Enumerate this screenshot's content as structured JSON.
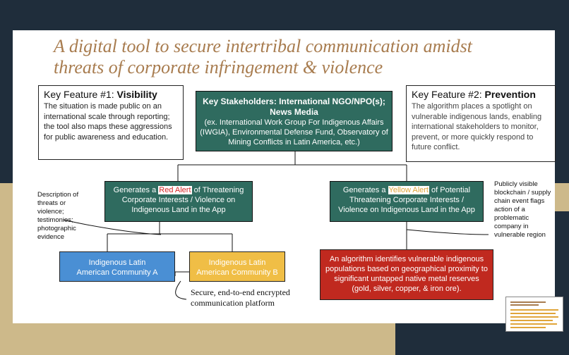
{
  "title": "A digital tool to secure intertribal communication amidst threats of corporate infringement & violence",
  "feature1": {
    "prefix": "Key Feature #1: ",
    "name": "Visibility",
    "text": "The situation is made public on an international scale through reporting; the tool also maps these aggressions for public awareness and education."
  },
  "feature2": {
    "prefix": "Key Feature #2: ",
    "name": "Prevention",
    "text": "The algorithm places a spotlight on vulnerable indigenous lands, enabling international stakeholders to monitor, prevent, or more quickly respond to future conflict."
  },
  "stakeholders": {
    "heading": "Key Stakeholders: International NGO/NPO(s); News Media",
    "text": "(ex. International Work Group For Indigenous Affairs (IWGIA), Environmental Defense Fund, Observatory of Mining Conflicts in Latin America, etc.)"
  },
  "red_alert": {
    "pre": "Generates a ",
    "hl": "Red Alert",
    "post": " of Threatening Corporate Interests / Violence on Indigenous Land in the App"
  },
  "yellow_alert": {
    "pre": "Generates a ",
    "hl": "Yellow Alert",
    "post": " of Potential Threatening Corporate Interests / Violence on Indigenous Land in the App"
  },
  "community_a": "Indigenous Latin American Community A",
  "community_b": "Indigenous  Latin American Community B",
  "algorithm": "An algorithm identifies vulnerable indigenous populations based on geographical proximity to significant untapped native metal reserves (gold, silver, copper, & iron ore).",
  "annotations": {
    "description": "Description of threats or violence; testimonies; photographic evidence",
    "blockchain": "Publicly visible blockchain / supply chain event flags action of a problematic company in vulnerable region",
    "encrypted": "Secure, end-to-end encrypted communication platform"
  },
  "colors": {
    "green": "#2f6b5f",
    "blue": "#4a8fd4",
    "yellow": "#f0be46",
    "red": "#c0291f",
    "title": "#a87c4f"
  }
}
